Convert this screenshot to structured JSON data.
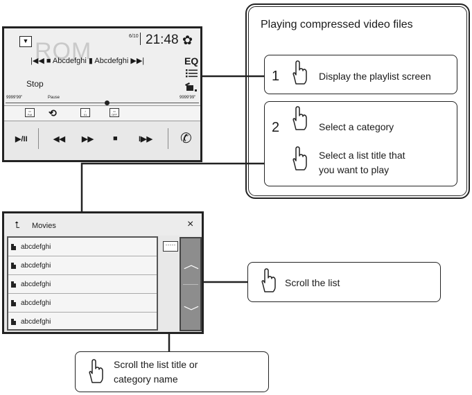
{
  "player": {
    "source_bg": "ROM",
    "down_button": "▼",
    "track_count": "6/10",
    "clock": "21:48",
    "track_line": "|◀◀ ■ Abcdefghi  ▮ Abcdefghi  ▶▶|",
    "eq": "EQ",
    "status": "Stop",
    "time_left": "9999'99\"",
    "pause": "Pause",
    "time_right": "9999'99\"",
    "modes": [
      "Full",
      "01",
      "OFF"
    ],
    "controls": [
      "▶/II",
      "◀◀",
      "▶▶",
      "■",
      "I▶▶"
    ]
  },
  "callout": {
    "title": "Playing compressed video files",
    "step1_num": "1",
    "step1_text": "Display the playlist screen",
    "step2_num": "2",
    "step2_a": "Select a category",
    "step2_b_line1": "Select a list title that",
    "step2_b_line2": "you want to play"
  },
  "list_screen": {
    "title": "Movies",
    "close": "×",
    "more": "·····",
    "items": [
      "abcdefghi",
      "abcdefghi",
      "abcdefghi",
      "abcdefghi",
      "abcdefghi"
    ]
  },
  "notes": {
    "scroll_list": "Scroll the list",
    "scroll_title_line1": "Scroll the list title or",
    "scroll_title_line2": "category name"
  }
}
